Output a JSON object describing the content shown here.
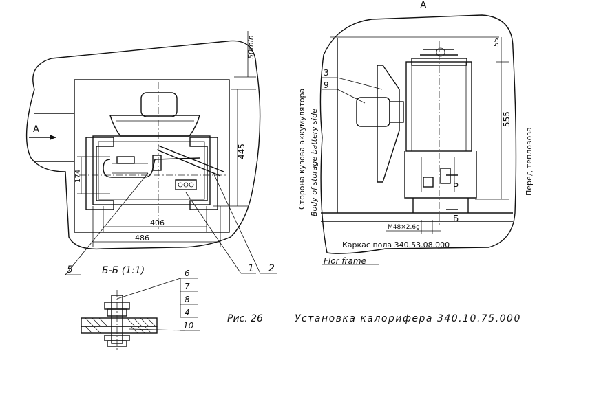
{
  "view_a": {
    "title": "А",
    "dim_top": "55",
    "dim_height": "555",
    "callout_3": "3",
    "callout_9": "9",
    "section_mark_b_top": "Б",
    "section_mark_b_bottom": "Б",
    "bolt_label": "М48×2.6g",
    "side_label_ru": "Сторона кузова аккумулятора",
    "side_label_en": "Body of storage battery side",
    "front_label_ru": "Перед тепловоза",
    "floor_frame_ru": "Каркас пола 340.53.08.000",
    "floor_frame_en": "Flor frame"
  },
  "plan_view": {
    "view_arrow": "А",
    "dim_445": "445",
    "dim_50min": "50min",
    "dim_174": "174",
    "dim_406": "406",
    "dim_486": "486",
    "callout_5": "5",
    "callout_1": "1",
    "callout_2": "2"
  },
  "section_bb": {
    "title": "Б-Б (1:1)",
    "items": [
      "6",
      "7",
      "8",
      "4",
      "10"
    ]
  },
  "caption": {
    "figure": "Рис. 26",
    "title": "Установка калорифера 340.10.75.000"
  }
}
